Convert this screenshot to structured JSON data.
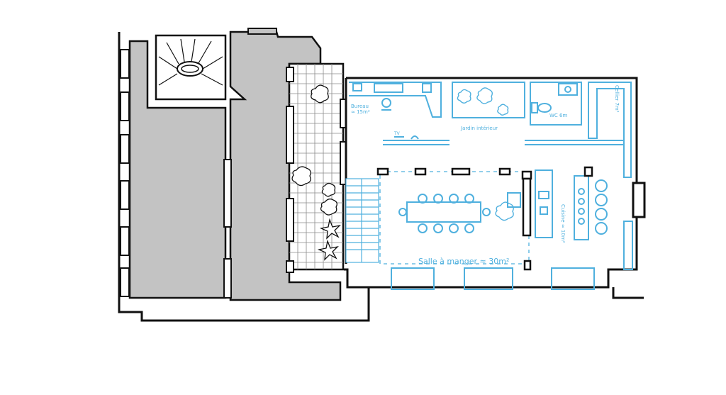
{
  "labels": {
    "bureau": "Bureau",
    "bureau_area": "≈ 15m²",
    "jardin": "Jardin intérieur",
    "wc": "WC 6m",
    "cellier": "Cellier 7m²",
    "cuisine": "Cuisine ≈ 10m²",
    "salle": "Salle à manger ≈ 30m²",
    "tv": "TV"
  },
  "colors": {
    "existing_ink": "#111111",
    "existing_fill": "#c3c3c3",
    "project_ink": "#4fb0de",
    "background": "#ffffff"
  },
  "icons": [
    "spiral-staircase-icon",
    "straight-staircase-icon",
    "plant-icon",
    "dining-table-icon",
    "kitchen-island-icon",
    "toilet-icon",
    "sink-icon",
    "desk-chair-icon"
  ]
}
